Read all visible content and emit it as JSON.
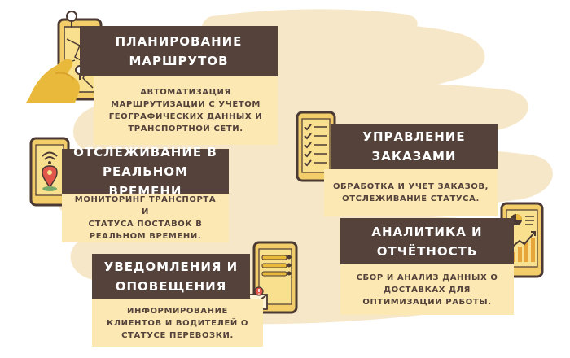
{
  "colors": {
    "title_bg": "#54423b",
    "title_text": "#ffffff",
    "desc_bg": "#fbe8b2",
    "desc_text": "#54423b",
    "brush": "#f6e7c8",
    "accent_yellow": "#e8b93a",
    "phone_fill": "#f2cd6a",
    "outline": "#4b3a33"
  },
  "features": [
    {
      "id": "route-planning",
      "title": "Планирование\nмаршрутов",
      "description": "Автоматизация\nмаршрутизации с учетом\nгеографических данных и\nтранспортной сети.",
      "icon": "map-phone-in-hand-icon"
    },
    {
      "id": "order-management",
      "title": "Управление\nзаказами",
      "description": "Обработка и учет заказов,\nотслеживание статуса.",
      "icon": "checklist-phone-icon"
    },
    {
      "id": "realtime-tracking",
      "title": "Отслеживание в\nреальном времени",
      "description": "Мониторинг транспорта и\nстатуса поставок в\nреальном времени.",
      "icon": "location-phone-icon"
    },
    {
      "id": "analytics",
      "title": "Аналитика и\nотчётность",
      "description": "Сбор и анализ данных о\nдоставках для\nоптимизации работы.",
      "icon": "chart-phone-icon"
    },
    {
      "id": "notifications",
      "title": "Уведомления и\nоповещения",
      "description": "Информирование\nклиентов и водителей о\nстатусе перевозки.",
      "icon": "notification-phone-icon"
    }
  ]
}
